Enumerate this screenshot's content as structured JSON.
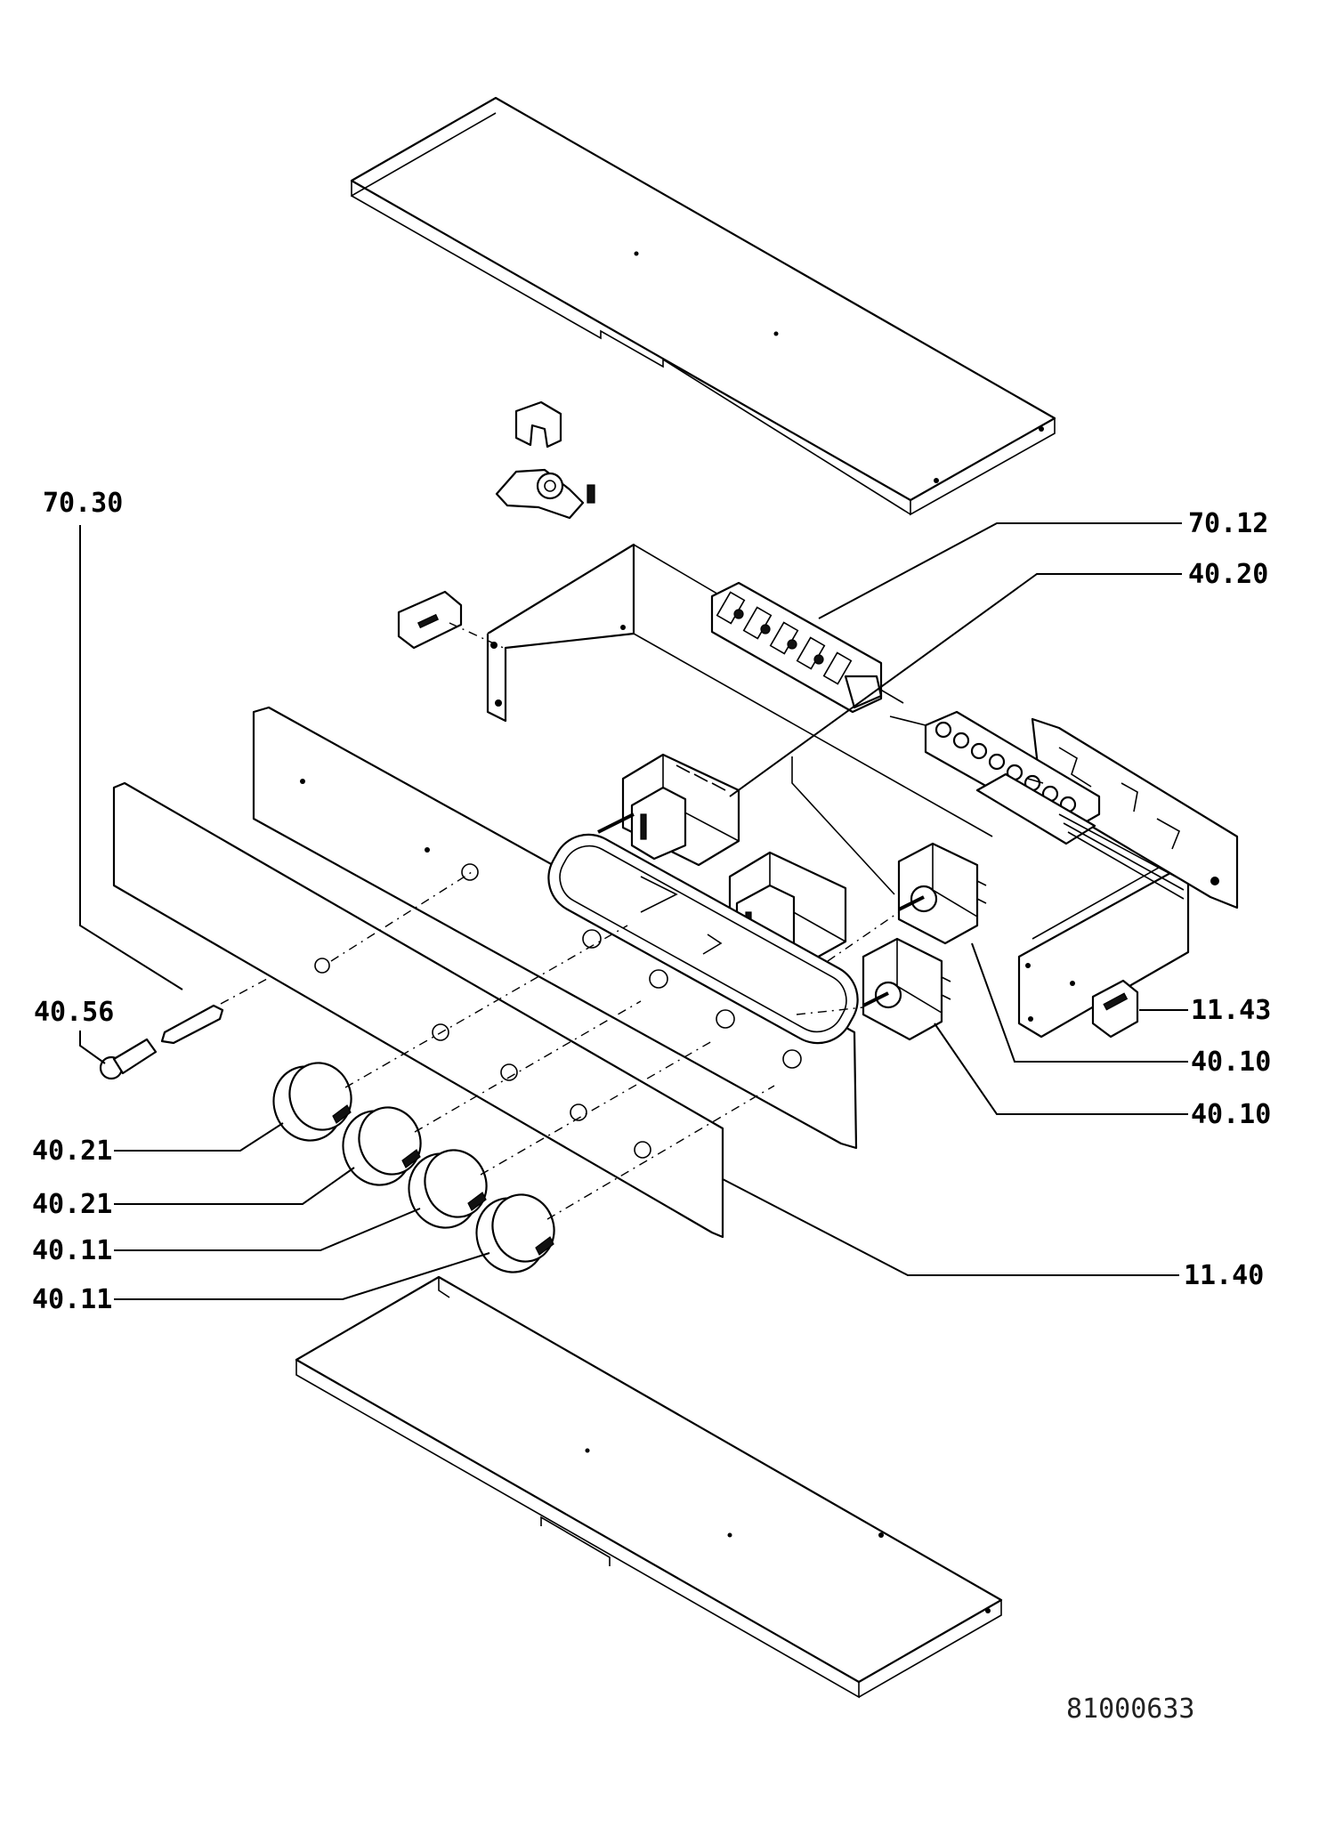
{
  "callouts": {
    "c7030": "70.30",
    "c7012": "70.12",
    "c4020": "40.20",
    "c4056": "40.56",
    "c1143": "11.43",
    "c4010a": "40.10",
    "c4010b": "40.10",
    "c4021a": "40.21",
    "c4021b": "40.21",
    "c4011a": "40.11",
    "c4011b": "40.11",
    "c1140": "11.40"
  },
  "document_number": "81000633"
}
